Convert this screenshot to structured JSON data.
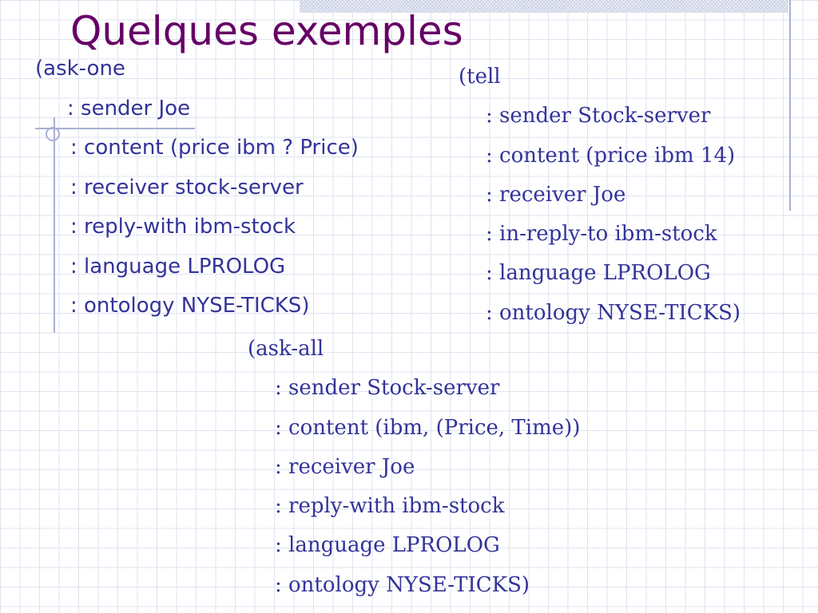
{
  "slide": {
    "title": "Quelques exemples"
  },
  "ask_one": {
    "header": "(ask-one",
    "lines": [
      ": sender Joe",
      ": content (price ibm ? Price)",
      ": receiver stock-server",
      ": reply-with ibm-stock",
      ": language LPROLOG",
      ": ontology NYSE-TICKS)"
    ]
  },
  "tell": {
    "header": "(tell",
    "lines": [
      ": sender Stock-server",
      ": content (price ibm 14)",
      ": receiver Joe",
      ": in-reply-to ibm-stock",
      ": language LPROLOG",
      ": ontology NYSE-TICKS)"
    ]
  },
  "ask_all": {
    "header": "(ask-all",
    "lines": [
      ": sender Stock-server",
      ": content (ibm, (Price, Time))",
      ": receiver Joe",
      ": reply-with ibm-stock",
      ": language LPROLOG",
      ": ontology NYSE-TICKS)"
    ]
  },
  "colors": {
    "title": "#660066",
    "body_text": "#333399",
    "grid": "#dfe3f0",
    "decoration": "#a9b0d6"
  }
}
